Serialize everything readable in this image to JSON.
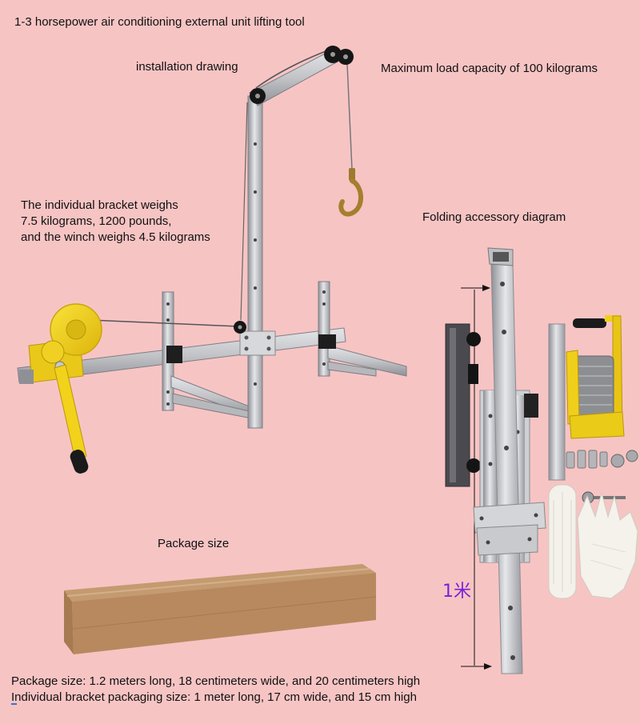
{
  "title": "1-3 horsepower air conditioning external unit lifting tool",
  "installation": {
    "label": "installation drawing"
  },
  "load": {
    "label": "Maximum load capacity of 100 kilograms"
  },
  "weights": {
    "lines": [
      "The individual bracket weighs",
      "7.5 kilograms, 1200 pounds,",
      "and the winch weighs 4.5 kilograms"
    ]
  },
  "folding": {
    "label": "Folding accessory diagram",
    "dimension": "1米"
  },
  "package": {
    "label": "Package size",
    "lines": [
      "Package size: 1.2 meters long, 18 centimeters wide, and 20 centimeters high",
      "Individual bracket packaging size: 1 meter long, 17 cm wide, and 15 cm high"
    ]
  },
  "colors": {
    "background": "#f7c4c4",
    "text": "#111111",
    "dimension_label": "#7b22d4",
    "winch_yellow": "#f2d21b",
    "steel": "#c9cace",
    "cardboard": "#b8895f"
  }
}
